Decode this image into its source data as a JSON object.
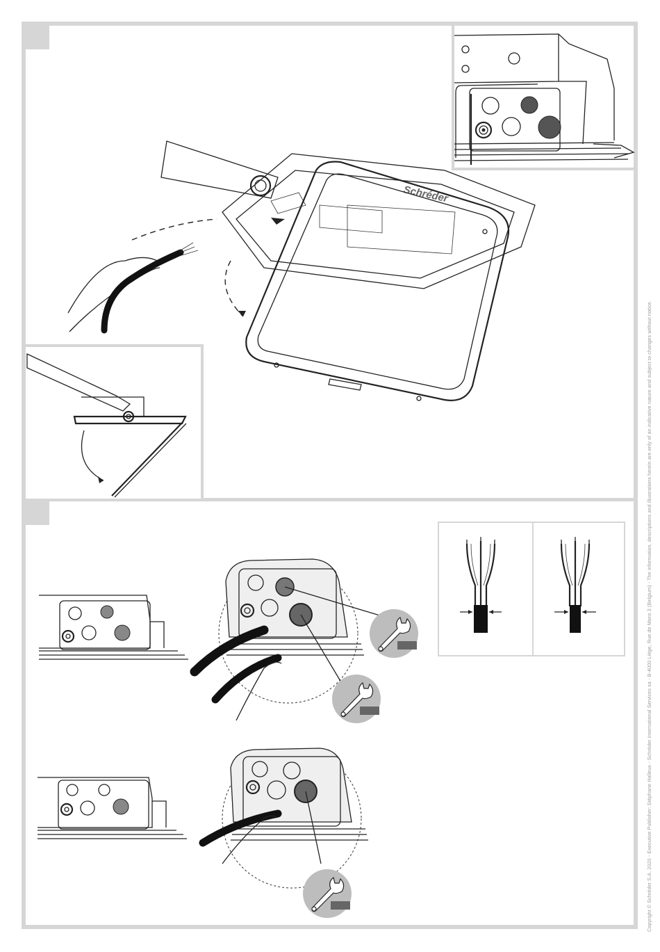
{
  "brand": {
    "logo_text": "Schréder"
  },
  "footer": {
    "legal_text": "Copyright © Schréder S.A. 2020 - Executive Publisher: Stéphane Halleux - Schréder International Services sa - B-4000 Liège, Rue de Mons 3 (Belgium) - The information, descriptions and illustrations herein are only of an indicative nature and subject to changes without notice."
  },
  "colors": {
    "frame_grey": "#d6d6d6",
    "tool_badge_grey": "#bdbdbd",
    "gland_dark": "#666666",
    "ink": "#222222"
  },
  "icons": [
    "wrench-icon",
    "hand-icon",
    "cable-icon",
    "cable-gland-icon",
    "arrow-icon"
  ],
  "steps": [
    {
      "id": "step-1",
      "label": ""
    },
    {
      "id": "step-2",
      "label": ""
    }
  ]
}
